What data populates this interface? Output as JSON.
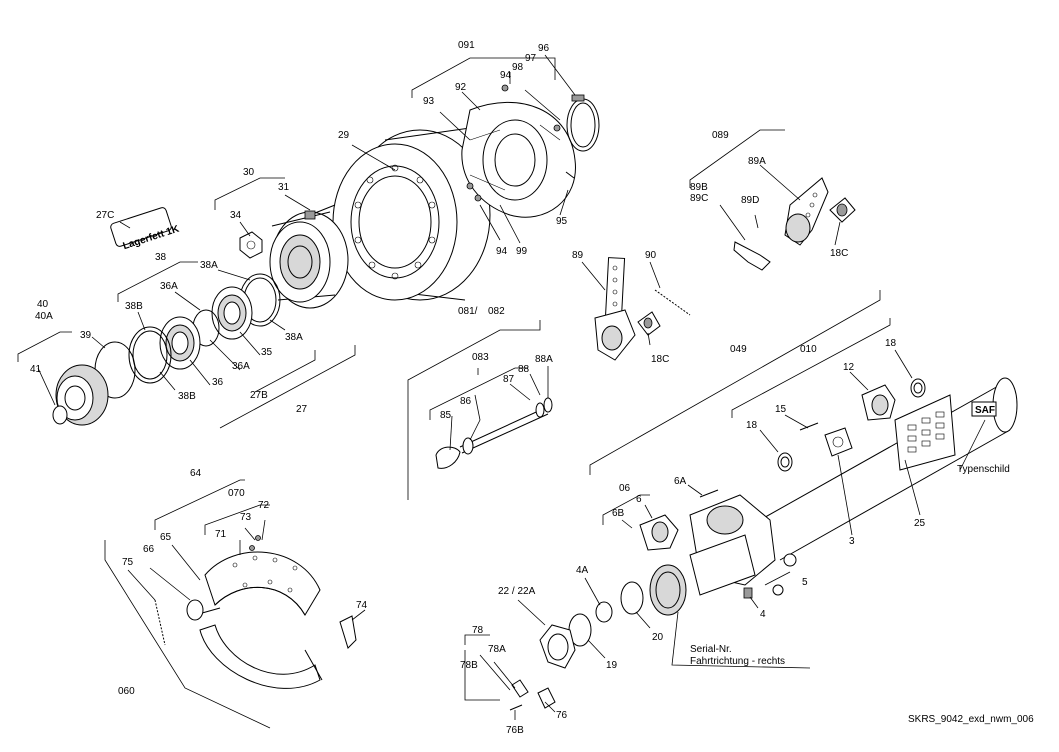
{
  "callouts": {
    "c091": "091",
    "c96": "96",
    "c97": "97",
    "c98": "98",
    "c94a": "94",
    "c92": "92",
    "c93": "93",
    "c29": "29",
    "c95": "95",
    "c94b": "94",
    "c99": "99",
    "c30": "30",
    "c31": "31",
    "c34": "34",
    "c27C": "27C",
    "c38": "38",
    "c38A_a": "38A",
    "c36A": "36A",
    "c38B_a": "38B",
    "c40": "40",
    "c40A": "40A",
    "c39": "39",
    "c41": "41",
    "c38B_b": "38B",
    "c36": "36",
    "c36A_b": "36A",
    "c35": "35",
    "c38A_b": "38A",
    "c27B": "27B",
    "c27": "27",
    "c089": "089",
    "c89A": "89A",
    "c89B": "89B",
    "c89C": "89C",
    "c89D": "89D",
    "c18C_a": "18C",
    "c89": "89",
    "c90": "90",
    "c18C_b": "18C",
    "c081": "081/",
    "c082": "082",
    "c083": "083",
    "c88": "88",
    "c88A": "88A",
    "c87": "87",
    "c86": "86",
    "c85": "85",
    "c049": "049",
    "c010": "010",
    "c18a": "18",
    "c12": "12",
    "c15": "15",
    "c18b": "18",
    "c25": "25",
    "c3": "3",
    "c6A": "6A",
    "c06": "06",
    "c6": "6",
    "c6B": "6B",
    "c5": "5",
    "c4": "4",
    "c4A": "4A",
    "c22": "22 / 22A",
    "c20": "20",
    "c19": "19",
    "c78": "78",
    "c78A": "78A",
    "c78B": "78B",
    "c76": "76",
    "c76B": "76B",
    "c64": "64",
    "c070": "070",
    "c72": "72",
    "c73": "73",
    "c71": "71",
    "c65": "65",
    "c66": "66",
    "c75": "75",
    "c74": "74",
    "c060": "060"
  },
  "notes": {
    "typenschild": "Typenschild",
    "serial": "Serial-Nr.",
    "direction": "Fahrtrichtung - rechts"
  },
  "labels_on_parts": {
    "grease_tube": "Lagerfett 1K",
    "axle_plate": "SAF"
  },
  "drawing_id": "SKRS_9042_exd_nwm_006"
}
